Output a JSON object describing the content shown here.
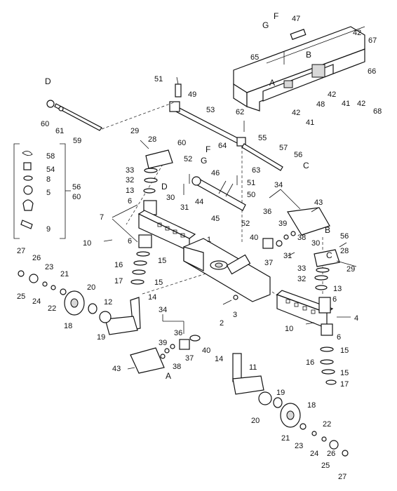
{
  "callouts": [
    {
      "id": "l58",
      "text": "58"
    },
    {
      "id": "l54",
      "text": "54"
    },
    {
      "id": "l8a",
      "text": "8"
    },
    {
      "id": "l5",
      "text": "5"
    },
    {
      "id": "l9",
      "text": "9"
    },
    {
      "id": "l56a",
      "text": "56"
    },
    {
      "id": "l60a",
      "text": "60"
    },
    {
      "id": "l60b",
      "text": "60"
    },
    {
      "id": "l61",
      "text": "61"
    },
    {
      "id": "l59",
      "text": "59"
    },
    {
      "id": "l51a",
      "text": "51"
    },
    {
      "id": "l49",
      "text": "49"
    },
    {
      "id": "l53",
      "text": "53"
    },
    {
      "id": "l62",
      "text": "62"
    },
    {
      "id": "l29a",
      "text": "29"
    },
    {
      "id": "l28a",
      "text": "28"
    },
    {
      "id": "l60c",
      "text": "60"
    },
    {
      "id": "l33a",
      "text": "33"
    },
    {
      "id": "l32a",
      "text": "32"
    },
    {
      "id": "l13a",
      "text": "13"
    },
    {
      "id": "l30a",
      "text": "30"
    },
    {
      "id": "l31a",
      "text": "31"
    },
    {
      "id": "l52a",
      "text": "52"
    },
    {
      "id": "l46",
      "text": "46"
    },
    {
      "id": "l51b",
      "text": "51"
    },
    {
      "id": "l50",
      "text": "50"
    },
    {
      "id": "l44",
      "text": "44"
    },
    {
      "id": "l45",
      "text": "45"
    },
    {
      "id": "l52b",
      "text": "52"
    },
    {
      "id": "l64",
      "text": "64"
    },
    {
      "id": "l55",
      "text": "55"
    },
    {
      "id": "l63",
      "text": "63"
    },
    {
      "id": "l57",
      "text": "57"
    },
    {
      "id": "l56b",
      "text": "56"
    },
    {
      "id": "l34a",
      "text": "34"
    },
    {
      "id": "l43a",
      "text": "43"
    },
    {
      "id": "l36a",
      "text": "36"
    },
    {
      "id": "l40a",
      "text": "40"
    },
    {
      "id": "l39a",
      "text": "39"
    },
    {
      "id": "l38a",
      "text": "38"
    },
    {
      "id": "l37a",
      "text": "37"
    },
    {
      "id": "l56c",
      "text": "56"
    },
    {
      "id": "l30b",
      "text": "30"
    },
    {
      "id": "l31b",
      "text": "31"
    },
    {
      "id": "l28b",
      "text": "28"
    },
    {
      "id": "l29b",
      "text": "29"
    },
    {
      "id": "l33b",
      "text": "33"
    },
    {
      "id": "l32b",
      "text": "32"
    },
    {
      "id": "l13b",
      "text": "13"
    },
    {
      "id": "l6a",
      "text": "6"
    },
    {
      "id": "l7",
      "text": "7"
    },
    {
      "id": "l6b",
      "text": "6"
    },
    {
      "id": "l10a",
      "text": "10"
    },
    {
      "id": "l1",
      "text": "1"
    },
    {
      "id": "l16a",
      "text": "16"
    },
    {
      "id": "l15a",
      "text": "15"
    },
    {
      "id": "l17a",
      "text": "17"
    },
    {
      "id": "l15b",
      "text": "15"
    },
    {
      "id": "l14a",
      "text": "14"
    },
    {
      "id": "l27a",
      "text": "27"
    },
    {
      "id": "l26a",
      "text": "26"
    },
    {
      "id": "l23a",
      "text": "23"
    },
    {
      "id": "l21a",
      "text": "21"
    },
    {
      "id": "l25a",
      "text": "25"
    },
    {
      "id": "l24a",
      "text": "24"
    },
    {
      "id": "l22a",
      "text": "22"
    },
    {
      "id": "l20a",
      "text": "20"
    },
    {
      "id": "l12",
      "text": "12"
    },
    {
      "id": "l18a",
      "text": "18"
    },
    {
      "id": "l19a",
      "text": "19"
    },
    {
      "id": "l2",
      "text": "2"
    },
    {
      "id": "l3",
      "text": "3"
    },
    {
      "id": "l34b",
      "text": "34"
    },
    {
      "id": "l36b",
      "text": "36"
    },
    {
      "id": "l39b",
      "text": "39"
    },
    {
      "id": "l37b",
      "text": "37"
    },
    {
      "id": "l38b",
      "text": "38"
    },
    {
      "id": "l40b",
      "text": "40"
    },
    {
      "id": "l43b",
      "text": "43"
    },
    {
      "id": "l6c",
      "text": "6"
    },
    {
      "id": "l4",
      "text": "4"
    },
    {
      "id": "l10b",
      "text": "10"
    },
    {
      "id": "l6d",
      "text": "6"
    },
    {
      "id": "l15c",
      "text": "15"
    },
    {
      "id": "l16b",
      "text": "16"
    },
    {
      "id": "l15d",
      "text": "15"
    },
    {
      "id": "l17b",
      "text": "17"
    },
    {
      "id": "l14b",
      "text": "14"
    },
    {
      "id": "l11",
      "text": "11"
    },
    {
      "id": "l19b",
      "text": "19"
    },
    {
      "id": "l20b",
      "text": "20"
    },
    {
      "id": "l18b",
      "text": "18"
    },
    {
      "id": "l22b",
      "text": "22"
    },
    {
      "id": "l21b",
      "text": "21"
    },
    {
      "id": "l23b",
      "text": "23"
    },
    {
      "id": "l24b",
      "text": "24"
    },
    {
      "id": "l26b",
      "text": "26"
    },
    {
      "id": "l25b",
      "text": "25"
    },
    {
      "id": "l27b",
      "text": "27"
    },
    {
      "id": "l47",
      "text": "47"
    },
    {
      "id": "l42a",
      "text": "42"
    },
    {
      "id": "l67",
      "text": "67"
    },
    {
      "id": "l65",
      "text": "65"
    },
    {
      "id": "l66",
      "text": "66"
    },
    {
      "id": "l42b",
      "text": "42"
    },
    {
      "id": "l41a",
      "text": "41"
    },
    {
      "id": "l42c",
      "text": "42"
    },
    {
      "id": "l68",
      "text": "68"
    },
    {
      "id": "l42d",
      "text": "42"
    },
    {
      "id": "l48",
      "text": "48"
    },
    {
      "id": "l41b",
      "text": "41"
    }
  ],
  "letters": [
    {
      "id": "tD1",
      "text": "D"
    },
    {
      "id": "tF1",
      "text": "F"
    },
    {
      "id": "tG1",
      "text": "G"
    },
    {
      "id": "tD2",
      "text": "D"
    },
    {
      "id": "tF2",
      "text": "F"
    },
    {
      "id": "tG2",
      "text": "G"
    },
    {
      "id": "tC1",
      "text": "C"
    },
    {
      "id": "tB1",
      "text": "B"
    },
    {
      "id": "tC2",
      "text": "C"
    },
    {
      "id": "tA1",
      "text": "A"
    },
    {
      "id": "tA2",
      "text": "A"
    },
    {
      "id": "tB2",
      "text": "B"
    }
  ]
}
